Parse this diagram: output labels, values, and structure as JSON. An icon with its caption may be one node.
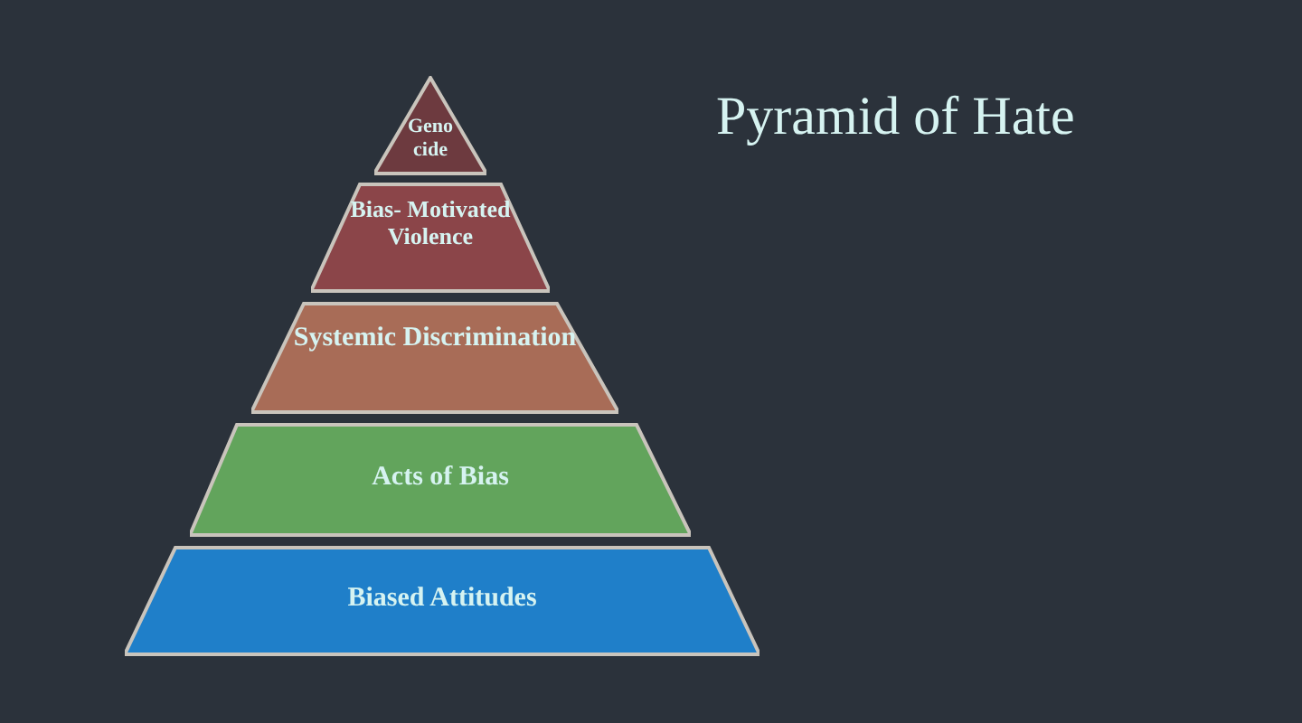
{
  "diagram": {
    "title": "Pyramid of Hate",
    "nodes": [
      {
        "text": [
          "Geno cide"
        ]
      },
      {
        "text": [
          "Bias- Motivated Violence"
        ]
      },
      {
        "text": [
          "Systemic Discrimination"
        ]
      },
      {
        "text": [
          "Acts of Bias"
        ]
      },
      {
        "text": [
          "Biased Attitudes"
        ]
      }
    ],
    "edges": []
  }
}
